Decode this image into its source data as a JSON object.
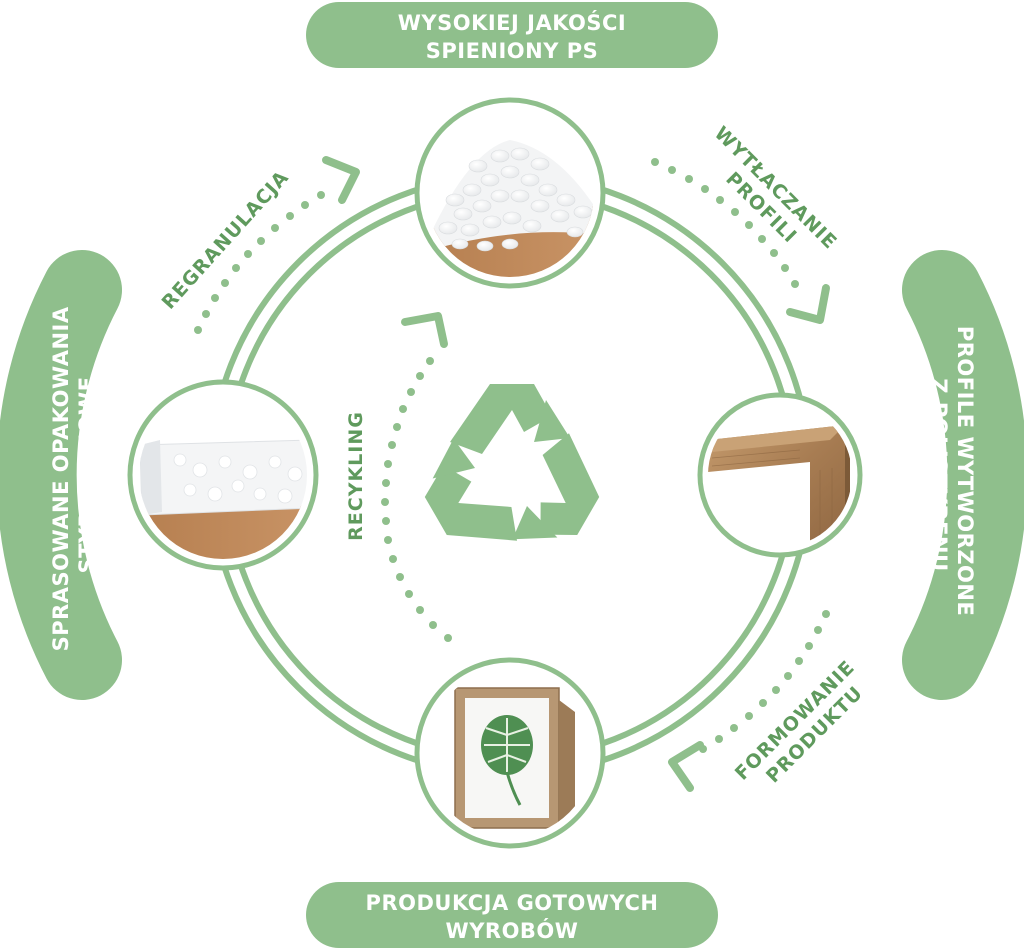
{
  "colors": {
    "green": "#8fbf8c",
    "green_dark": "#6aa468",
    "label_green": "#5f9a5d",
    "ring": "#8fbf8c",
    "wood": "#b08a5e",
    "white": "#ffffff"
  },
  "nodes": {
    "top": {
      "line1": "WYSOKIEJ JAKOŚCI",
      "line2": "SPIENIONY PS",
      "image": "white-plastic-pellets"
    },
    "right": {
      "line1": "PROFILE WYTWORZONE",
      "line2": "Z POLISTYRENU",
      "image": "wooden-frame-profile"
    },
    "bottom": {
      "line1": "PRODUKCJA GOTOWYCH",
      "line2": "WYROBÓW",
      "image": "picture-frame-with-leaf"
    },
    "left": {
      "line1": "SPRASOWANE OPAKOWANIA",
      "line2": "STYROPIANOWE",
      "image": "styrofoam-block"
    }
  },
  "steps": {
    "extrusion": {
      "line1": "WYTŁACZANIE",
      "line2": "PROFILI"
    },
    "forming": {
      "line1": "FORMOWANIE",
      "line2": "PRODUKTU"
    },
    "regranulation": {
      "line1": "REGRANULACJA"
    },
    "recycling": {
      "line1": "RECYKLING"
    }
  },
  "center": {
    "icon": "recycle-icon"
  }
}
